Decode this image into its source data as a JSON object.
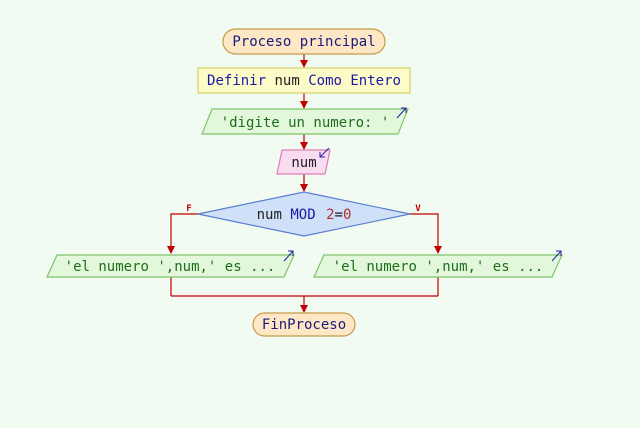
{
  "colors": {
    "background": "#f2fbf2",
    "connector": "#c00000",
    "terminal_fill": "#fde7c4",
    "terminal_stroke": "#c49a4a",
    "define_fill": "#fdfbc8",
    "define_stroke": "#d6d06a",
    "output_fill": "#e3f7da",
    "output_stroke": "#7fc46c",
    "input_fill": "#fadcf0",
    "input_stroke": "#d97fb5",
    "decision_fill": "#cfe0f9",
    "decision_stroke": "#5b7fd1",
    "io_arrow": "#2020a0"
  },
  "flow": {
    "start": "Proceso principal",
    "define": {
      "keyword": "Definir",
      "name": "num",
      "keyword2": "Como",
      "type": "Entero"
    },
    "output_prompt": "'digite un numero: '",
    "input_var": "num",
    "decision": {
      "left": "num",
      "op": "MOD",
      "num1": "2",
      "eq": "=",
      "num2": "0"
    },
    "false_label": "F",
    "true_label": "V",
    "output_false": "'el numero ',num,' es ...",
    "output_true": "'el numero ',num,' es ...",
    "end": "FinProceso"
  }
}
